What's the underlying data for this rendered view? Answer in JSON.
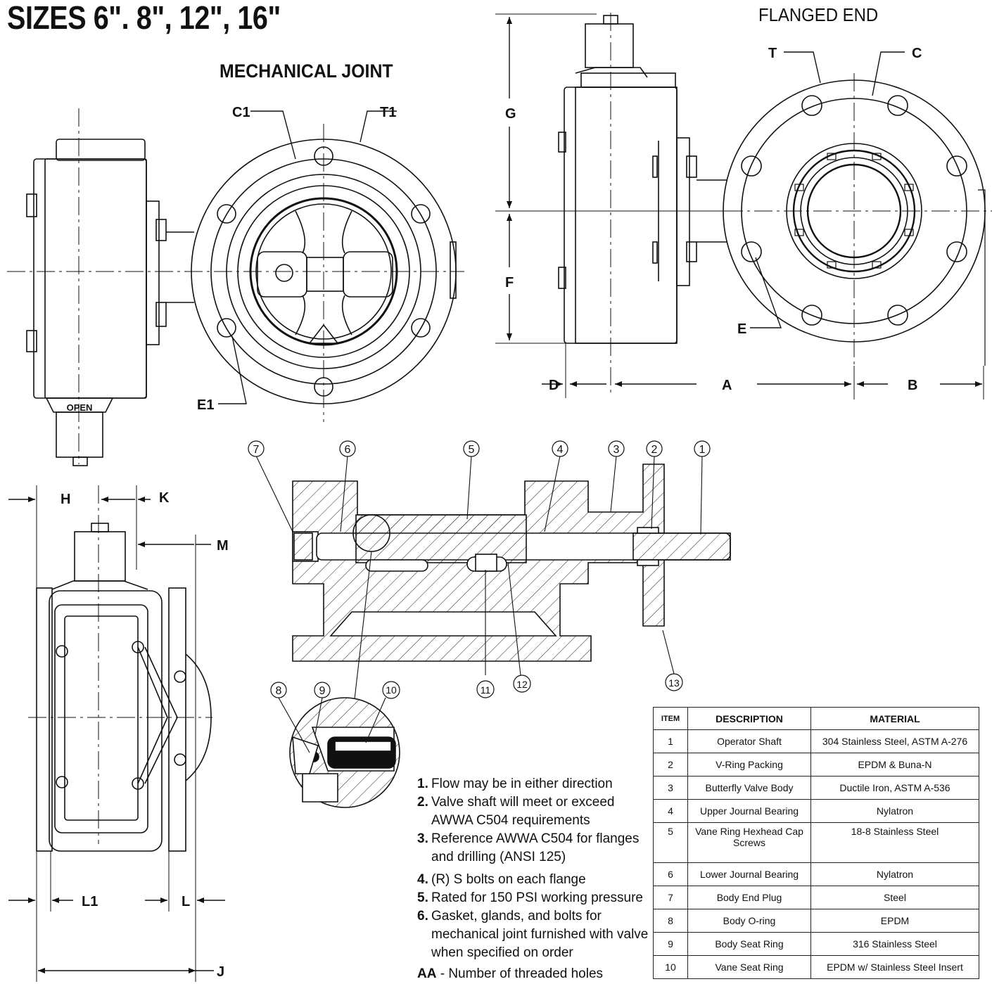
{
  "title": "SIZES 6\". 8\", 12\", 16\"",
  "views": {
    "mechanical_joint": "MECHANICAL JOINT",
    "flanged_end": "FLANGED END"
  },
  "dimension_labels": {
    "C1": "C1",
    "T1": "T1",
    "E1": "E1",
    "G": "G",
    "F": "F",
    "T": "T",
    "C": "C",
    "E": "E",
    "D": "D",
    "A": "A",
    "B": "B",
    "H": "H",
    "K": "K",
    "M": "M",
    "L1": "L1",
    "L": "L",
    "J": "J"
  },
  "operator_label": "OPEN",
  "balloons": [
    "7",
    "6",
    "5",
    "4",
    "3",
    "2",
    "1",
    "11",
    "12",
    "13",
    "8",
    "9",
    "10"
  ],
  "notes": [
    {
      "num": "1.",
      "text": "Flow may be in either direction"
    },
    {
      "num": "2.",
      "text": "Valve shaft will meet or exceed AWWA C504 requirements"
    },
    {
      "num": "3.",
      "text": "Reference AWWA C504 for flanges and drilling (ANSI 125)"
    },
    {
      "num": "4.",
      "text": "(R) S bolts on each flange"
    },
    {
      "num": "5.",
      "text": "Rated for 150 PSI working pressure"
    },
    {
      "num": "6.",
      "text": "Gasket, glands, and bolts for mechanical joint furnished with valve when specified on order"
    }
  ],
  "note_aa": {
    "num": "AA",
    "text": " - Number of threaded holes"
  },
  "bom": {
    "headers": [
      "ITEM",
      "DESCRIPTION",
      "MATERIAL"
    ],
    "rows": [
      {
        "item": "1",
        "description": "Operator Shaft",
        "material": "304 Stainless Steel, ASTM A-276"
      },
      {
        "item": "2",
        "description": "V-Ring Packing",
        "material": "EPDM & Buna-N"
      },
      {
        "item": "3",
        "description": "Butterfly Valve Body",
        "material": "Ductile Iron, ASTM A-536"
      },
      {
        "item": "4",
        "description": "Upper Journal Bearing",
        "material": "Nylatron"
      },
      {
        "item": "5",
        "description": "Vane Ring Hexhead Cap Screws",
        "material": "18-8 Stainless Steel"
      },
      {
        "item": "6",
        "description": "Lower Journal Bearing",
        "material": "Nylatron"
      },
      {
        "item": "7",
        "description": "Body End Plug",
        "material": "Steel"
      },
      {
        "item": "8",
        "description": "Body O-ring",
        "material": "EPDM"
      },
      {
        "item": "9",
        "description": "Body Seat Ring",
        "material": "316 Stainless Steel"
      },
      {
        "item": "10",
        "description": "Vane Seat Ring",
        "material": "EPDM w/ Stainless Steel Insert"
      }
    ]
  }
}
